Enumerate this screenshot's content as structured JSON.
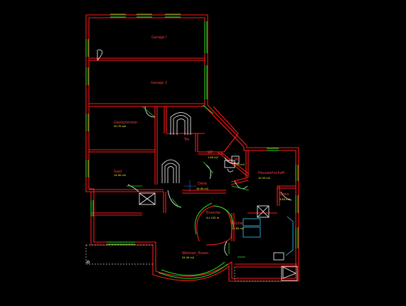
{
  "rooms": [
    {
      "id": "garage1",
      "name": "Garage I",
      "area": ""
    },
    {
      "id": "garage2",
      "name": "Garage 2",
      "area": ""
    },
    {
      "id": "gaestezimmer",
      "name": "Gästezimmer",
      "area": "20.70 qm"
    },
    {
      "id": "treppe",
      "name": "Trh",
      "area": ""
    },
    {
      "id": "gast",
      "name": "Gast",
      "area": "14.00 m2"
    },
    {
      "id": "wf",
      "name": "WF",
      "area": "1.65 m2"
    },
    {
      "id": "wc",
      "name": "WC",
      "area": "2.65 m2"
    },
    {
      "id": "diele",
      "name": "Diele",
      "area": "16.05 m2"
    },
    {
      "id": "hauswirtschaft",
      "name": "Hauswirtschaft",
      "area": "10.53 m2"
    },
    {
      "id": "speis",
      "name": "Speis",
      "area": "3.60 m2"
    },
    {
      "id": "essecke",
      "name": "Essecke",
      "area": "4 x 120 m"
    },
    {
      "id": "kueche",
      "name": "Küche",
      "area": "15.65 m2"
    },
    {
      "id": "wohnen",
      "name": "Wohnen_Essen",
      "area": "54.45 m2"
    }
  ],
  "colors": {
    "walls": "#ff1a1a",
    "windows": "#22dd22",
    "fixtures": "#ffffff",
    "labels": "#ff3b3b",
    "areas": "#ffff33",
    "background": "#000000"
  }
}
